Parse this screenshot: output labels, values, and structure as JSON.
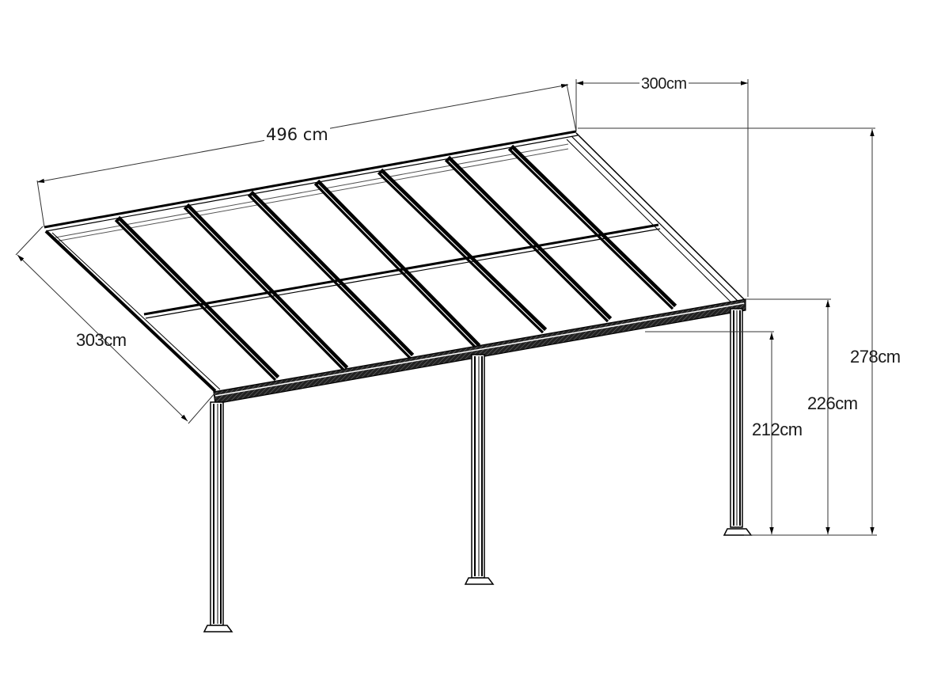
{
  "diagram": {
    "subject": "wall-mounted patio canopy / pergola with polycarbonate roof",
    "style": "black line drawing on white",
    "colors": {
      "background": "#ffffff",
      "lines": "#000000",
      "dimension_lines": "#333333",
      "text": "#1a1a1a"
    },
    "structure": {
      "rafters": 9,
      "posts": 3,
      "roof_panels_across": 8,
      "cross_bars": 1
    },
    "dimensions": {
      "width": "496 cm",
      "depth_projection": "300cm",
      "rafter_length": "303cm",
      "wall_height": "278cm",
      "front_beam_height": "226cm",
      "clearance_height": "212cm"
    }
  }
}
